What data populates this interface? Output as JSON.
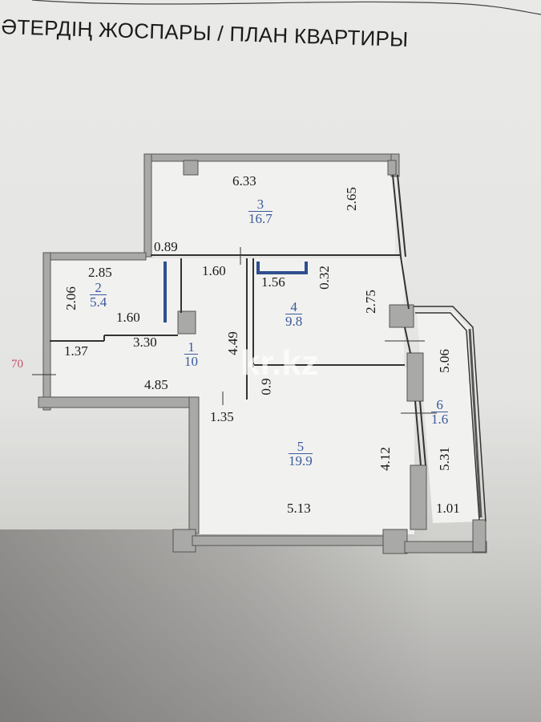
{
  "header": {
    "title": "ӘТЕРДІҢ ЖОСПАРЫ / ПЛАН КВАРТИРЫ"
  },
  "rooms": [
    {
      "id": "1",
      "number": "1",
      "area": "10"
    },
    {
      "id": "2",
      "number": "2",
      "area": "5.4"
    },
    {
      "id": "3",
      "number": "3",
      "area": "16.7"
    },
    {
      "id": "4",
      "number": "4",
      "area": "9.8"
    },
    {
      "id": "5",
      "number": "5",
      "area": "19.9"
    },
    {
      "id": "6",
      "number": "6",
      "area": "1.6"
    }
  ],
  "dimensions": {
    "room3_width": "6.33",
    "room3_depth": "2.65",
    "corridor_step": "0.89",
    "room2_width": "2.85",
    "room2_depth": "2.06",
    "room2_bottom": "1.60",
    "hall_top": "1.60",
    "bath_width": "1.56",
    "bath_niche": "0.32",
    "room4_depth": "2.75",
    "hall_mid": "3.30",
    "hall_left": "1.37",
    "hall_bottom": "4.85",
    "hall_side": "4.49",
    "passage": "0.9",
    "room5_entry": "1.35",
    "room5_depth": "4.12",
    "room5_width": "5.13",
    "balcony_outer": "5.06",
    "balcony_inner": "5.31",
    "balcony_end": "1.01"
  },
  "annotations": {
    "left_marker": "70",
    "watermark": "kr.kz"
  },
  "colors": {
    "wall": "#a8a8a6",
    "room_label": "#3a5a9c",
    "marker": "#c2546a",
    "partition": "#2f4f8f"
  }
}
